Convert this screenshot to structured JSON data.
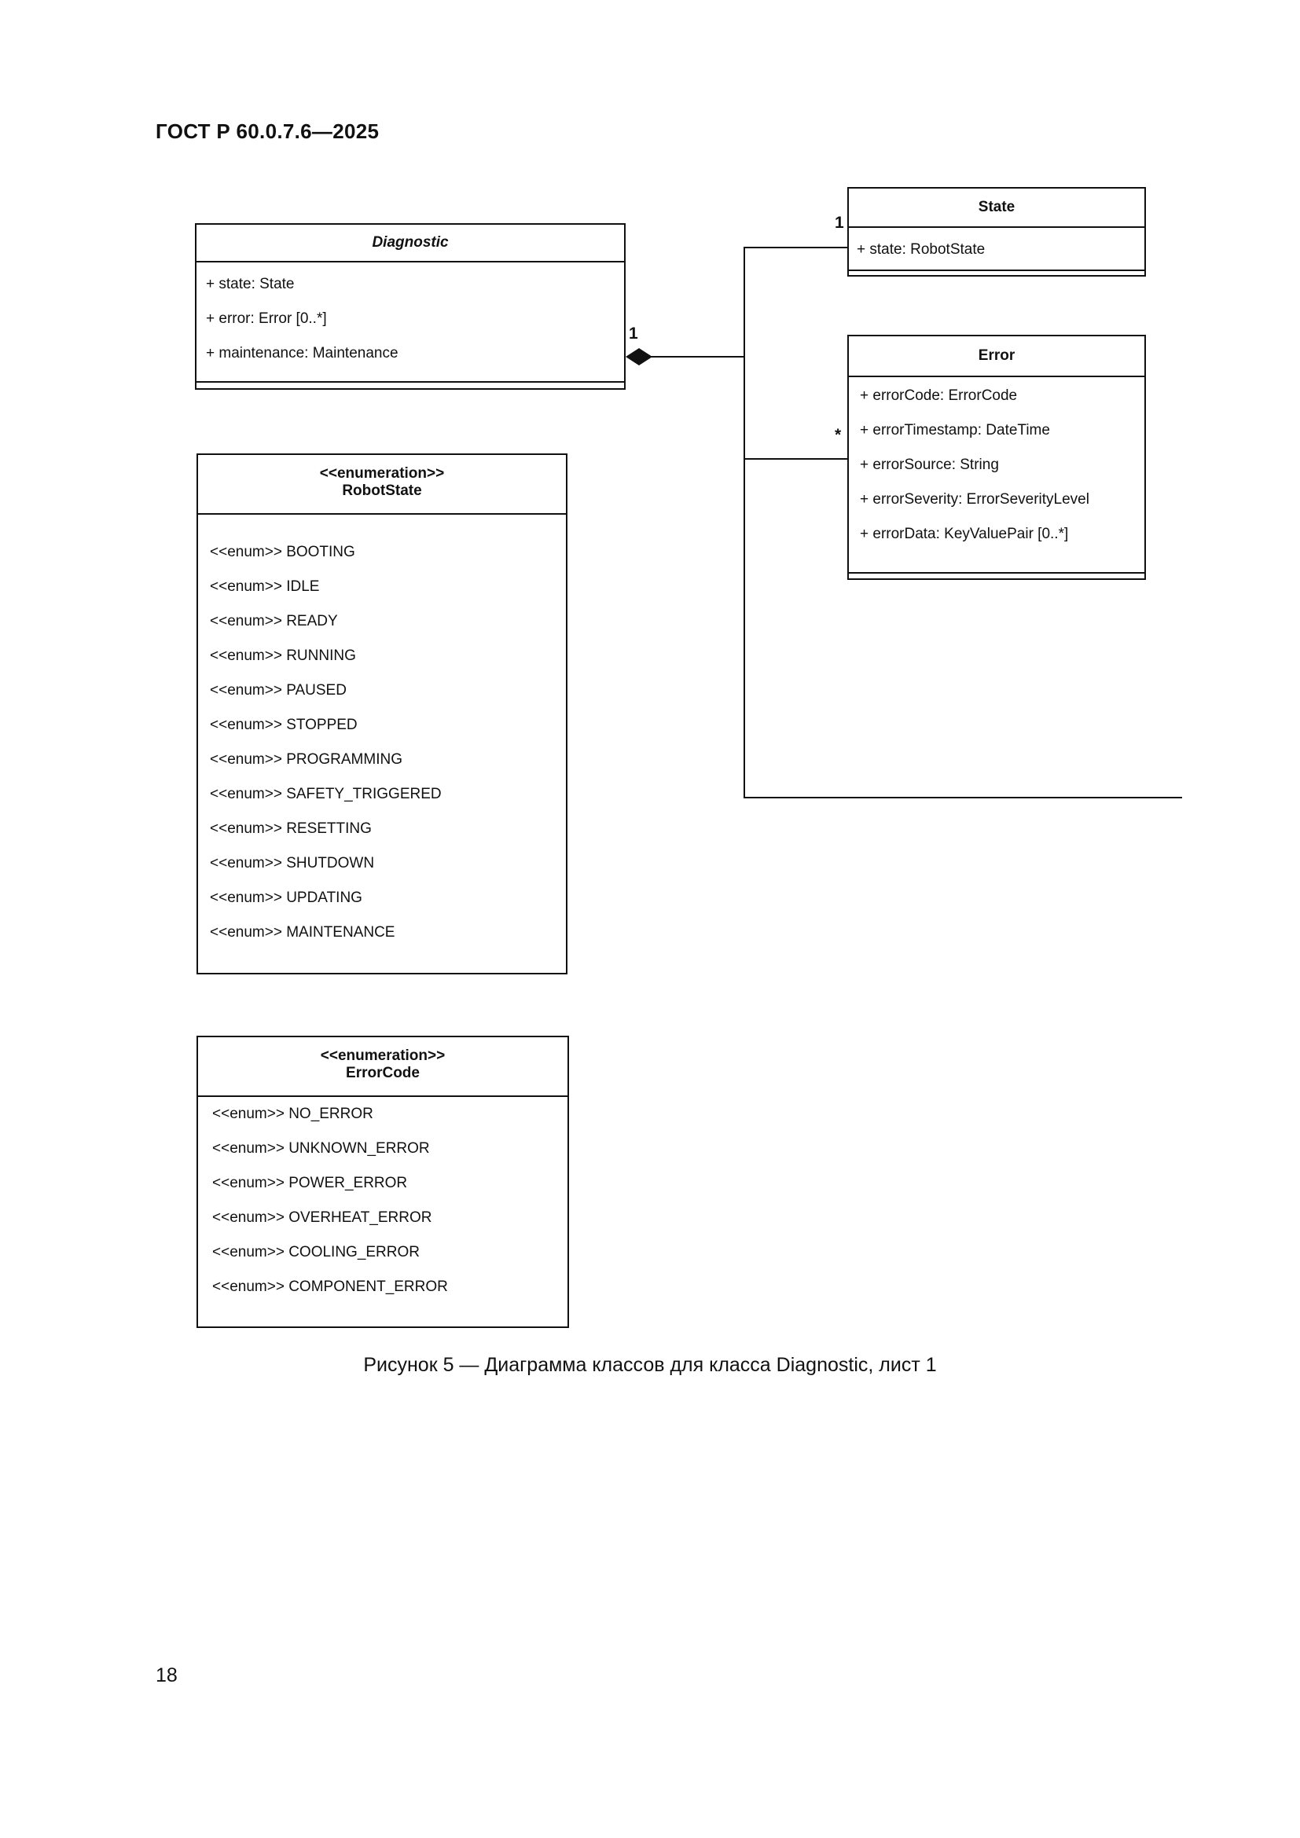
{
  "header": {
    "doc_title": "ГОСТ Р 60.0.7.6—2025"
  },
  "diagram": {
    "diagnostic": {
      "name": "Diagnostic",
      "attributes": [
        "+ state: State",
        "+ error: Error [0..*]",
        "+ maintenance: Maintenance"
      ]
    },
    "state": {
      "name": "State",
      "attributes": [
        "+ state: RobotState"
      ]
    },
    "error": {
      "name": "Error",
      "attributes": [
        "+ errorCode: ErrorCode",
        "+ errorTimestamp: DateTime",
        "+ errorSource: String",
        "+ errorSeverity: ErrorSeverityLevel",
        "+ errorData: KeyValuePair [0..*]"
      ]
    },
    "robot_state": {
      "stereotype": "<<enumeration>>",
      "name": "RobotState",
      "literals": [
        "<<enum>> BOOTING",
        "<<enum>> IDLE",
        "<<enum>> READY",
        "<<enum>> RUNNING",
        "<<enum>> PAUSED",
        "<<enum>> STOPPED",
        "<<enum>> PROGRAMMING",
        "<<enum>> SAFETY_TRIGGERED",
        "<<enum>> RESETTING",
        "<<enum>> SHUTDOWN",
        "<<enum>> UPDATING",
        "<<enum>> MAINTENANCE"
      ]
    },
    "error_code": {
      "stereotype": "<<enumeration>>",
      "name": "ErrorCode",
      "literals": [
        "<<enum>> NO_ERROR",
        "<<enum>> UNKNOWN_ERROR",
        "<<enum>> POWER_ERROR",
        "<<enum>> OVERHEAT_ERROR",
        "<<enum>> COOLING_ERROR",
        "<<enum>> COMPONENT_ERROR"
      ]
    },
    "multiplicities": {
      "diagnostic_end": "1",
      "state_end": "1",
      "error_end": "*"
    }
  },
  "caption": "Рисунок 5 — Диаграмма классов для класса Diagnostic, лист 1",
  "page_number": "18"
}
